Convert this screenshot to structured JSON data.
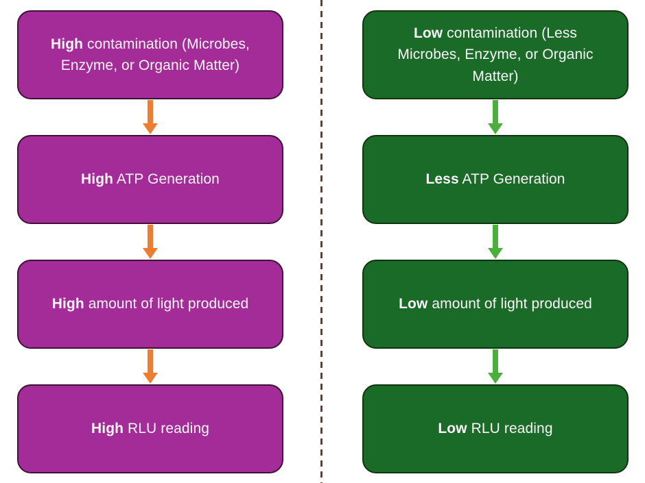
{
  "diagram": {
    "title": "ATP contamination flow comparison",
    "divider_color": "#6e3b28",
    "left": {
      "theme": {
        "fill": "#a32c98",
        "border": "#3f1038",
        "arrow": "#ed7d31"
      },
      "arrow_icon": "down-arrow",
      "boxes": [
        {
          "bold": "High",
          "rest": " contamination (Microbes, Enzyme, or Organic Matter)"
        },
        {
          "bold": "High",
          "rest": " ATP Generation"
        },
        {
          "bold": "High",
          "rest": " amount of light produced"
        },
        {
          "bold": "High",
          "rest": " RLU reading"
        }
      ]
    },
    "right": {
      "theme": {
        "fill": "#1a6b28",
        "border": "#10340f",
        "arrow": "#4cae3c"
      },
      "arrow_icon": "down-arrow",
      "boxes": [
        {
          "bold": "Low",
          "rest": " contamination (Less Microbes, Enzyme, or Organic Matter)"
        },
        {
          "bold": "Less",
          "rest": " ATP Generation"
        },
        {
          "bold": "Low",
          "rest": " amount of light produced"
        },
        {
          "bold": "Low",
          "rest": " RLU reading"
        }
      ]
    }
  }
}
